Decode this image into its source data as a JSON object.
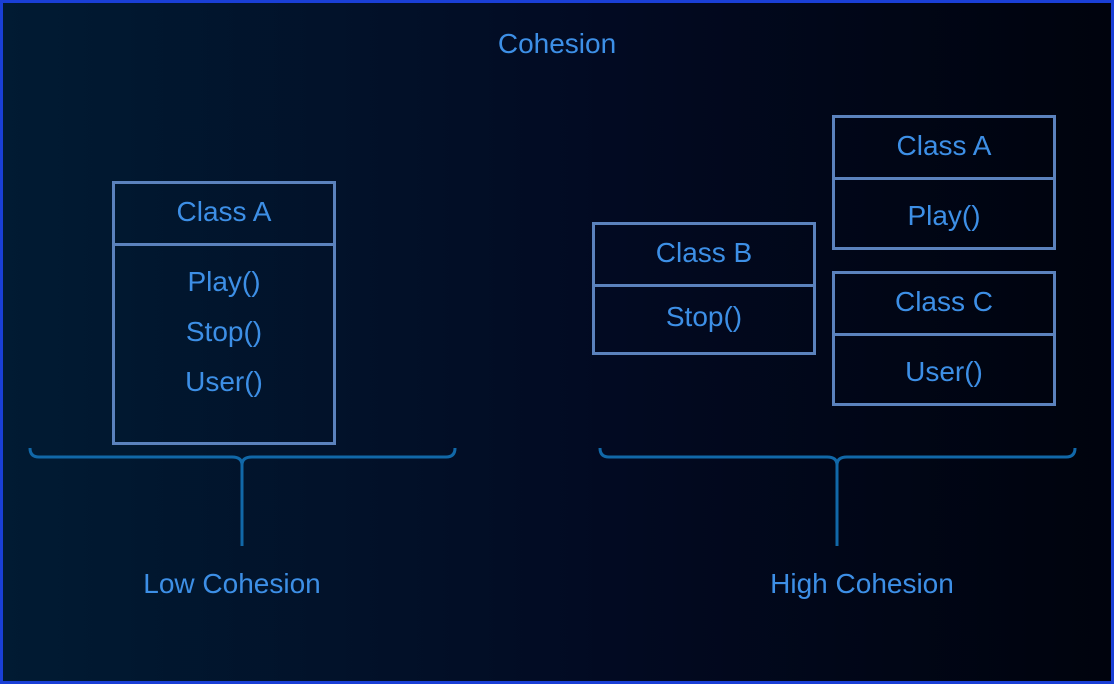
{
  "title": "Cohesion",
  "low": {
    "label": "Low Cohesion",
    "class_a": {
      "name": "Class A",
      "methods": [
        "Play()",
        "Stop()",
        "User()"
      ]
    }
  },
  "high": {
    "label": "High Cohesion",
    "class_a": {
      "name": "Class A",
      "method": "Play()"
    },
    "class_b": {
      "name": "Class B",
      "method": "Stop()"
    },
    "class_c": {
      "name": "Class C",
      "method": "User()"
    }
  },
  "colors": {
    "text": "#3d8fe6",
    "box_border": "#5b82bd",
    "brace": "#1168a8",
    "frame": "#1a3fd6"
  }
}
